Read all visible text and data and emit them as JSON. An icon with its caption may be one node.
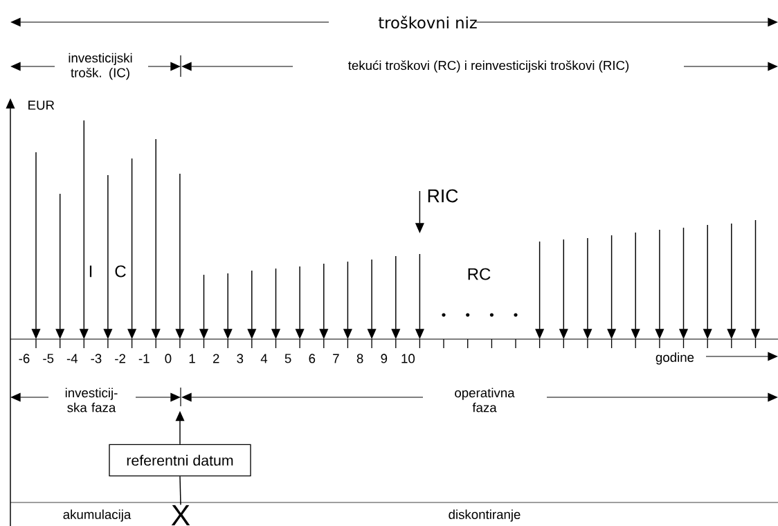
{
  "diagram": {
    "nodes": [
      {
        "text": [
          "referentni datum"
        ]
      },
      {
        "text": [
          "X"
        ]
      }
    ],
    "edges": [
      {
        "from": 0,
        "to": null,
        "arrow": "to"
      },
      {
        "from": 0,
        "to": 1,
        "arrow": "none"
      }
    ],
    "labels": [
      "troškovni niz",
      "investicijski trošk. (IC)",
      "tekući troškovi (RC) i reinvesticijski troškovi (RIC)",
      "EUR",
      "RIC",
      "I",
      "C",
      "RC",
      "-6",
      "-5",
      "-4",
      "-3",
      "-2",
      "-1",
      "0",
      "1",
      "2",
      "3",
      "4",
      "5",
      "6",
      "7",
      "8",
      "9",
      "10",
      "godine",
      "investicij- ska faza",
      "operativna faza",
      "akumulacija",
      "diskontiranje"
    ]
  }
}
